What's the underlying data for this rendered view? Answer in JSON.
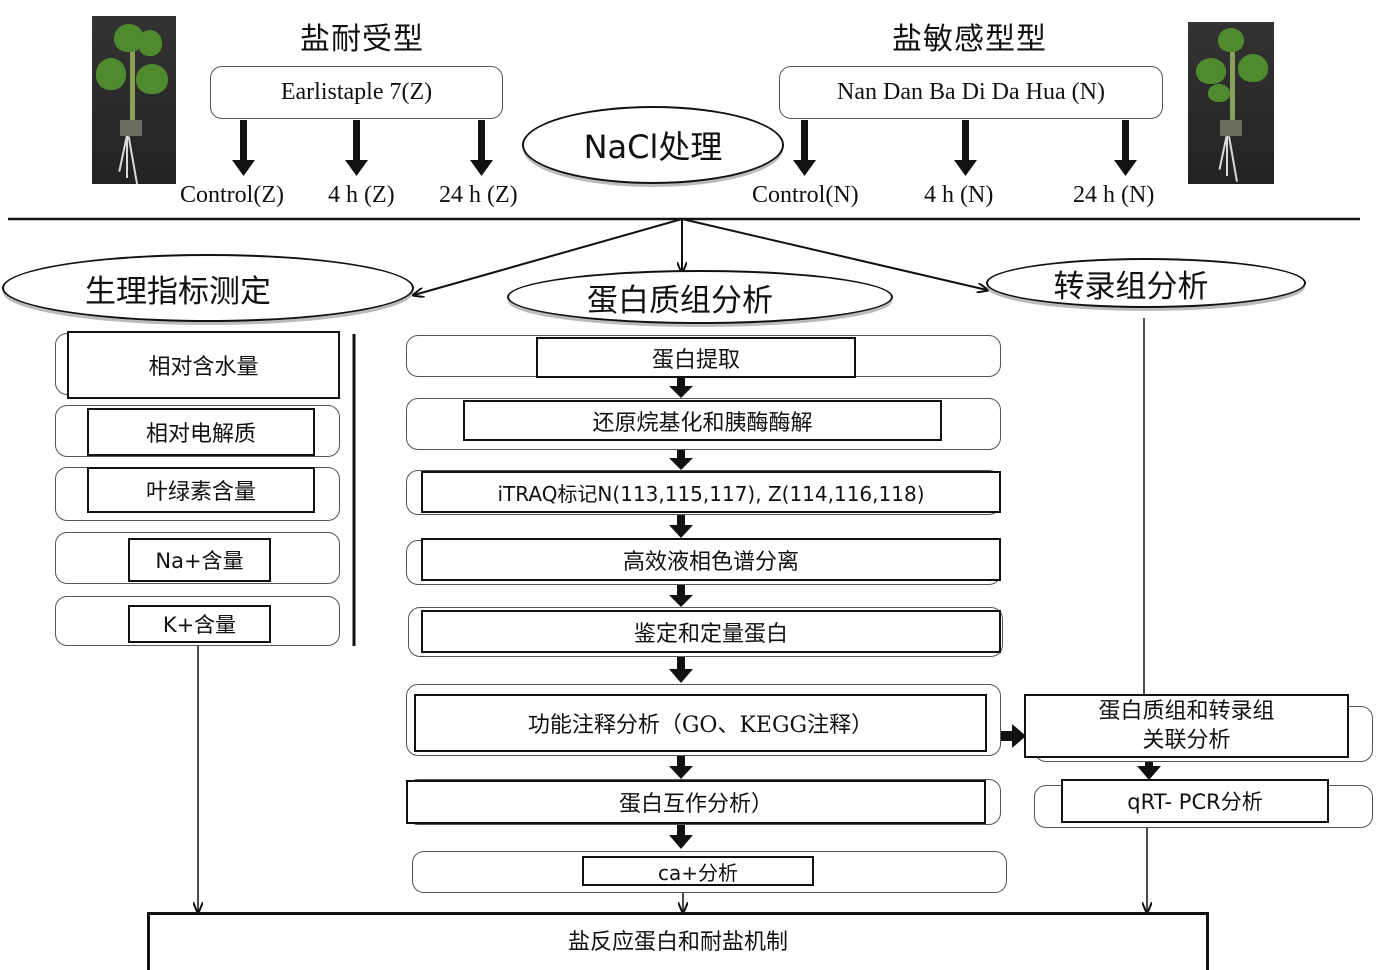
{
  "groups": {
    "tolerant": {
      "title": "盐耐受型",
      "cultivar": "Earlistaple 7(Z)",
      "samples": [
        "Control(Z)",
        "4 h (Z)",
        "24 h (Z)"
      ]
    },
    "sensitive": {
      "title": "盐敏感型型",
      "cultivar": "Nan Dan Ba Di Da Hua (N)",
      "samples": [
        "Control(N)",
        "4 h (N)",
        "24 h (N)"
      ]
    }
  },
  "treatment": "NaCl处理",
  "branches": {
    "physiology": {
      "title": "生理指标测定",
      "items": [
        "相对含水量",
        "相对电解质",
        "叶绿素含量",
        "Na+含量",
        "K+含量"
      ]
    },
    "proteome": {
      "title": "蛋白质组分析",
      "steps": [
        "蛋白提取",
        "还原烷基化和胰酶酶解",
        "iTRAQ标记N(113,115,117), Z(114,116,118)",
        "高效液相色谱分离",
        "鉴定和定量蛋白",
        "功能注释分析（GO、KEGG注释）",
        "蛋白互作分析）",
        "ca+分析"
      ]
    },
    "transcriptome": {
      "title": "转录组分析",
      "steps": [
        "蛋白质组和转录组\n关联分析",
        "qRT- PCR分析"
      ]
    }
  },
  "conclusion": "盐反应蛋白和耐盐机制"
}
